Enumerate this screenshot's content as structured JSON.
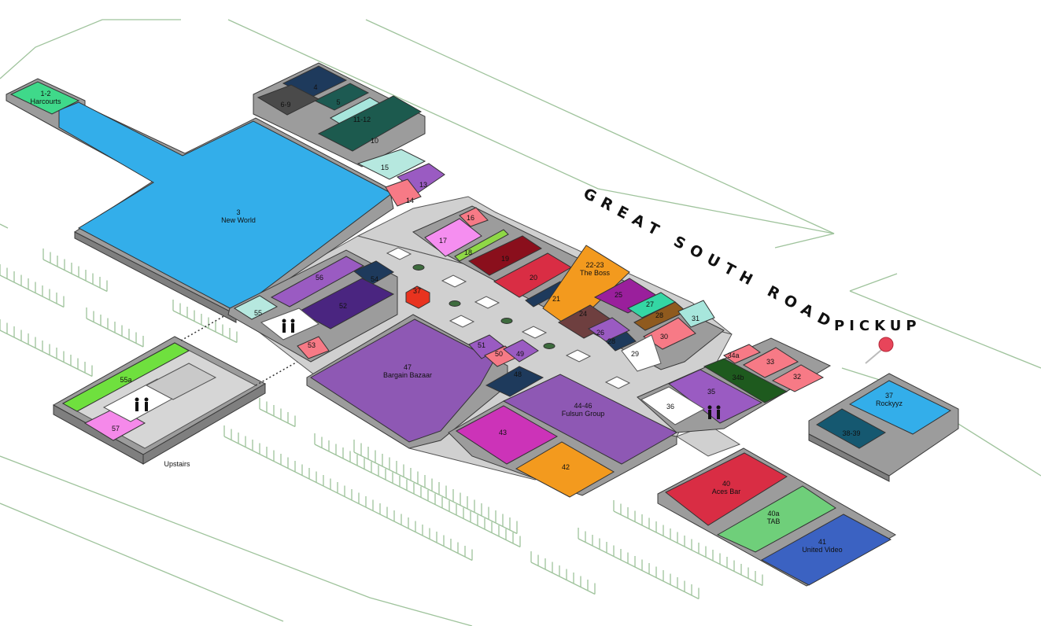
{
  "colors": {
    "wall": "#7f7f7f",
    "mall_floor": "#d0d0d0",
    "parking_lines": "#9fc39c",
    "pickup_marker": "#e8455a"
  },
  "road_label": "GREAT SOUTH ROAD",
  "pickup": {
    "label": "PICKUP",
    "icon": "map-pin-icon"
  },
  "upstairs_label": "Upstairs",
  "icons": {
    "restroom": "restroom-icon",
    "lift": "elevator-icon"
  },
  "units": [
    {
      "id": "u1",
      "num": "1-2",
      "name": "Harcourts",
      "color": "#3fd98a"
    },
    {
      "id": "u3",
      "num": "3",
      "name": "New World",
      "color": "#33aeea"
    },
    {
      "id": "u4",
      "num": "4",
      "name": "",
      "color": "#1e3a5c"
    },
    {
      "id": "u5",
      "num": "5",
      "name": "",
      "color": "#1d5a52"
    },
    {
      "id": "u69",
      "num": "6-9",
      "name": "",
      "color": "#4a4a4a"
    },
    {
      "id": "u1112",
      "num": "11-12",
      "name": "",
      "color": "#a7e6dc"
    },
    {
      "id": "u10",
      "num": "10",
      "name": "",
      "color": "#1c5a4e"
    },
    {
      "id": "u15",
      "num": "15",
      "name": "",
      "color": "#b6e8df"
    },
    {
      "id": "u13",
      "num": "13",
      "name": "",
      "color": "#9a5bc2"
    },
    {
      "id": "u14",
      "num": "14",
      "name": "",
      "color": "#f77a86"
    },
    {
      "id": "u16",
      "num": "16",
      "name": "",
      "color": "#f77a86"
    },
    {
      "id": "u17",
      "num": "17",
      "name": "",
      "color": "#f58ef0"
    },
    {
      "id": "u18",
      "num": "18",
      "name": "",
      "color": "#8fd846"
    },
    {
      "id": "u19",
      "num": "19",
      "name": "",
      "color": "#8a0f1c"
    },
    {
      "id": "u20",
      "num": "20",
      "name": "",
      "color": "#d92d44"
    },
    {
      "id": "u21",
      "num": "21",
      "name": "",
      "color": "#1e3a5c"
    },
    {
      "id": "u2223",
      "num": "22-23",
      "name": "The Boss",
      "color": "#f39a1e"
    },
    {
      "id": "u24",
      "num": "24",
      "name": "",
      "color": "#6e3f3f"
    },
    {
      "id": "u25",
      "num": "25",
      "name": "",
      "color": "#9a1f9c"
    },
    {
      "id": "u26",
      "num": "26",
      "name": "",
      "color": "#9a5bc2"
    },
    {
      "id": "u27",
      "num": "27",
      "name": "",
      "color": "#34d6a4"
    },
    {
      "id": "u28",
      "num": "28",
      "name": "",
      "color": "#8f5a1e"
    },
    {
      "id": "u29",
      "num": "29",
      "name": "",
      "color": "#ffffff"
    },
    {
      "id": "u2x",
      "num": "28",
      "name": "",
      "color": "#1e3a5c"
    },
    {
      "id": "u30",
      "num": "30",
      "name": "",
      "color": "#f77a86"
    },
    {
      "id": "u31",
      "num": "31",
      "name": "",
      "color": "#a7e6dc"
    },
    {
      "id": "u32",
      "num": "32",
      "name": "",
      "color": "#f77a86"
    },
    {
      "id": "u33",
      "num": "33",
      "name": "",
      "color": "#f77a86"
    },
    {
      "id": "u34a",
      "num": "34a",
      "name": "",
      "color": "#f77a86"
    },
    {
      "id": "u34b",
      "num": "34b",
      "name": "",
      "color": "#1e5a1e"
    },
    {
      "id": "u35",
      "num": "35",
      "name": "",
      "color": "#9a5bc2"
    },
    {
      "id": "u36",
      "num": "36",
      "name": "",
      "color": "#ffffff"
    },
    {
      "id": "u37",
      "num": "37",
      "name": "Rockyyz",
      "color": "#33aeea"
    },
    {
      "id": "u3839",
      "num": "38-39",
      "name": "",
      "color": "#155870"
    },
    {
      "id": "u40",
      "num": "40",
      "name": "Aces Bar",
      "color": "#d92d44"
    },
    {
      "id": "u40a",
      "num": "40a",
      "name": "TAB",
      "color": "#6fcf7a"
    },
    {
      "id": "u41",
      "num": "41",
      "name": "United Video",
      "color": "#3b62c2"
    },
    {
      "id": "u42",
      "num": "42",
      "name": "",
      "color": "#f39a1e"
    },
    {
      "id": "u43",
      "num": "43",
      "name": "",
      "color": "#cc33b8"
    },
    {
      "id": "u4446",
      "num": "44-46",
      "name": "Fulsun Group",
      "color": "#8e58b4"
    },
    {
      "id": "u47",
      "num": "47",
      "name": "Bargain Bazaar",
      "color": "#8e58b4"
    },
    {
      "id": "u48",
      "num": "48",
      "name": "",
      "color": "#1e3a5c"
    },
    {
      "id": "u49",
      "num": "49",
      "name": "",
      "color": "#9a5bc2"
    },
    {
      "id": "u50",
      "num": "50",
      "name": "",
      "color": "#f77a86"
    },
    {
      "id": "u51",
      "num": "51",
      "name": "",
      "color": "#9a5bc2"
    },
    {
      "id": "u52",
      "num": "52",
      "name": "",
      "color": "#4a2580"
    },
    {
      "id": "u53",
      "num": "53",
      "name": "",
      "color": "#f77a86"
    },
    {
      "id": "u54",
      "num": "54",
      "name": "",
      "color": "#1e3a5c"
    },
    {
      "id": "u55",
      "num": "55",
      "name": "",
      "color": "#b6e8df"
    },
    {
      "id": "u55a",
      "num": "55a",
      "name": "",
      "color": "#6fe03e"
    },
    {
      "id": "u56",
      "num": "56",
      "name": "",
      "color": "#9a5bc2"
    },
    {
      "id": "u57",
      "num": "57",
      "name": "",
      "color": "#f589ea"
    },
    {
      "id": "k37",
      "num": "37",
      "name": "",
      "color": "#e8331f"
    }
  ]
}
